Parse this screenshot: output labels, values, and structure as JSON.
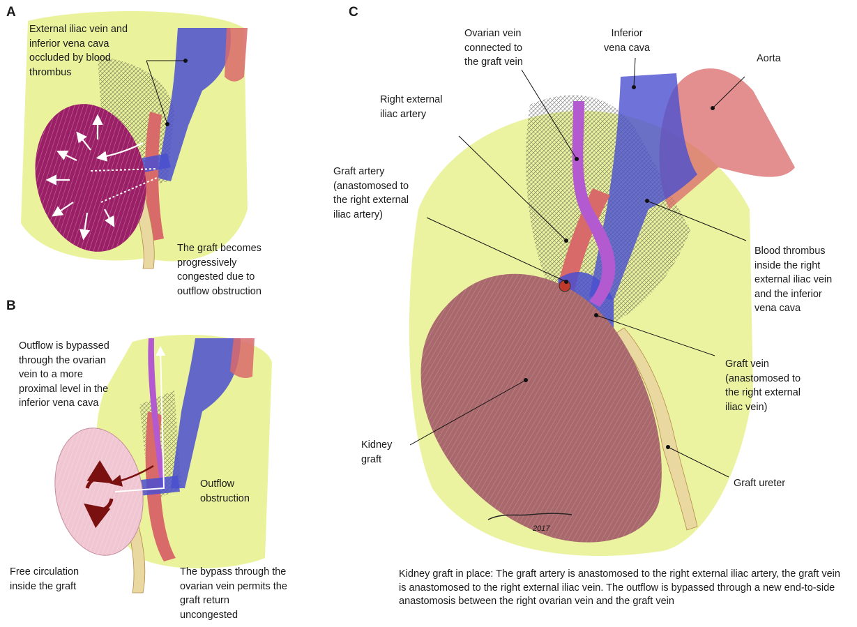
{
  "panels": {
    "A": {
      "letter": "A",
      "label_occluded": "External iliac vein and\ninferior vena cava\noccluded by blood\nthrombus",
      "label_congested": "The graft becomes\nprogressively\ncongested due to\noutflow obstruction"
    },
    "B": {
      "letter": "B",
      "label_bypass": "Outflow is bypassed\nthrough the ovarian\nvein to a more\nproximal level in the\ninferior vena cava",
      "label_obstruction": "Outflow\nobstruction",
      "label_free_circulation": "Free circulation\ninside the graft",
      "label_bypass_permits": "The bypass through the\novarian vein permits the\ngraft return\nuncongested"
    },
    "C": {
      "letter": "C",
      "label_ovarian_vein": "Ovarian vein\nconnected to\nthe graft vein",
      "label_ivc": "Inferior\nvena cava",
      "label_aorta": "Aorta",
      "label_right_iliac_artery": "Right external\niliac artery",
      "label_graft_artery": "Graft artery\n(anastomosed to\nthe right external\niliac artery)",
      "label_thrombus": "Blood thrombus\ninside the right\nexternal iliac vein\nand the inferior\nvena cava",
      "label_graft_vein": "Graft vein\n(anastomosed to\nthe right external\niliac vein)",
      "label_kidney_graft": "Kidney\ngraft",
      "label_graft_ureter": "Graft ureter",
      "signature_year": "2017",
      "caption": "Kidney graft in place: The graft artery is anastomosed to the right external iliac artery, the graft vein is anastomosed to the right external iliac vein. The outflow is bypassed through a new end-to-side anastomosis between the right ovarian vein and the graft vein"
    }
  },
  "colors": {
    "background_green": "#e6f08a",
    "vein_blue": "#4a4fd0",
    "artery_red": "#d96a6a",
    "congested_kidney": "#9b1f66",
    "pale_kidney": "#f0c6d2",
    "graft_kidney": "#a9686b",
    "ovarian_vein": "#b45ad0",
    "text": "#1a1a1a"
  }
}
